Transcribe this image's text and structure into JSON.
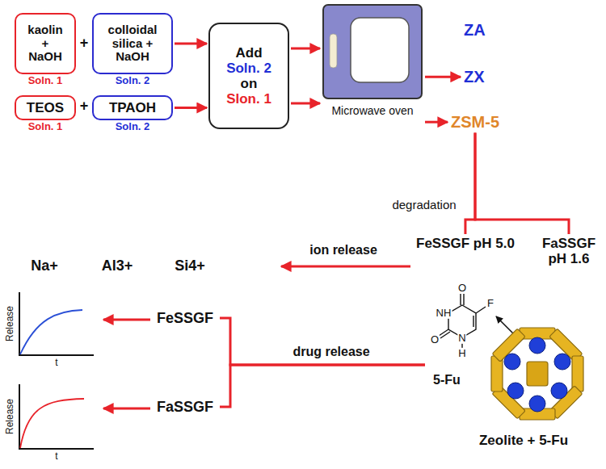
{
  "diagram": {
    "nodes": [
      {
        "text": [
          "kaolin + NaOH",
          "Soln. 1"
        ]
      },
      {
        "text": [
          "colloidal silica + NaOH",
          "Soln. 2"
        ]
      },
      {
        "text": [
          "TEOS",
          "Soln. 1"
        ]
      },
      {
        "text": [
          "TPAOH",
          "Soln. 2"
        ]
      },
      {
        "text": [
          "Add",
          "Soln. 2",
          "on",
          "Slon. 1"
        ]
      },
      {
        "text": [
          "Microwave oven"
        ]
      },
      {
        "text": [
          "ZA"
        ]
      },
      {
        "text": [
          "ZX"
        ]
      },
      {
        "text": [
          "ZSM-5"
        ]
      },
      {
        "text": [
          "FeSSGF pH 5.0"
        ]
      },
      {
        "text": [
          "FaSSGF pH 1.6"
        ]
      },
      {
        "text": [
          "FeSSGF"
        ]
      },
      {
        "text": [
          "FaSSGF"
        ]
      },
      {
        "text": [
          "Zeolite + 5-Fu"
        ]
      }
    ],
    "edges": [
      {
        "from": 1,
        "to": 4,
        "arrow": "to"
      },
      {
        "from": 3,
        "to": 4,
        "arrow": "to"
      },
      {
        "from": 4,
        "to": 5,
        "arrow": "to"
      },
      {
        "from": 4,
        "to": 5,
        "arrow": "to"
      },
      {
        "from": 5,
        "to": 7,
        "arrow": "to"
      },
      {
        "from": 5,
        "to": 8,
        "arrow": "to"
      },
      {
        "from": 8,
        "to": 9,
        "arrow": "none"
      },
      {
        "from": 8,
        "to": 10,
        "arrow": "none"
      },
      {
        "from": 13,
        "to": 11,
        "arrow": "none"
      },
      {
        "from": 13,
        "to": 12,
        "arrow": "none"
      }
    ],
    "labels": [
      "+",
      "+",
      "degradation",
      "ion release",
      "Na+",
      "Al3+",
      "Si4+",
      "drug release",
      "Release",
      "t",
      "Release",
      "t",
      "O",
      "NH",
      "F",
      "O",
      "N",
      "H",
      "5-Fu"
    ]
  }
}
